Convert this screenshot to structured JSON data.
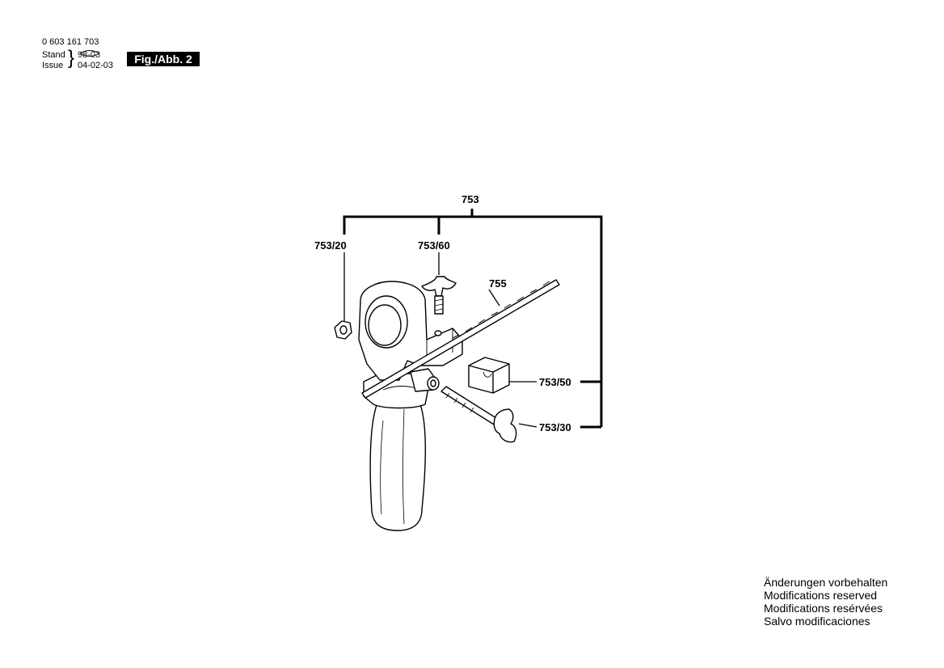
{
  "header": {
    "part_number": "0 603 161 703",
    "stand_label": "Stand",
    "issue_label": "Issue",
    "stand_value": "98-03",
    "issue_value": "04-02-03",
    "figure_label": "Fig./Abb. 2"
  },
  "parts": {
    "p753": "753",
    "p753_20": "753/20",
    "p753_60": "753/60",
    "p755": "755",
    "p753_50": "753/50",
    "p753_30": "753/30"
  },
  "notes": [
    "Änderungen vorbehalten",
    "Modifications reserved",
    "Modifications resérvées",
    "Salvo modificaciones"
  ]
}
